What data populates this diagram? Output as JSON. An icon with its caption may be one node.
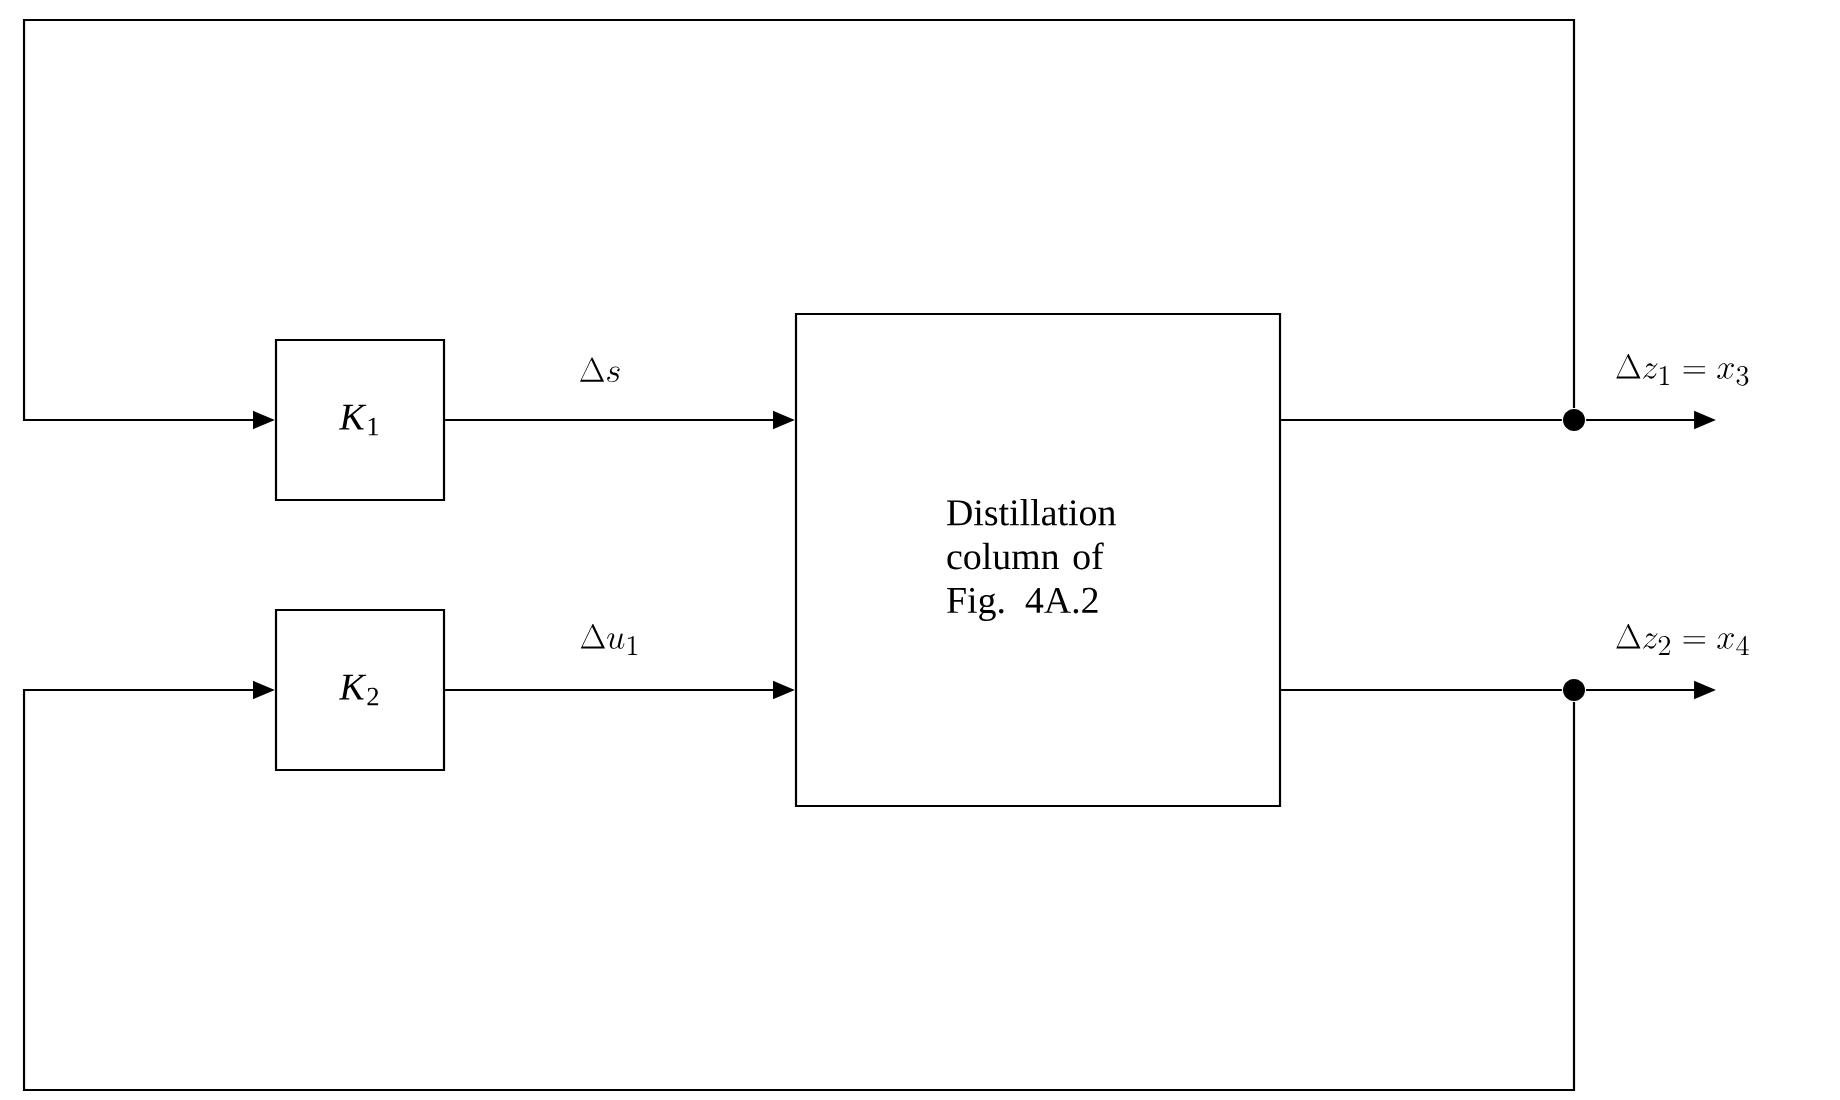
{
  "diagram": {
    "nodes": [
      {
        "text": [
          "*K*$_{1}$"
        ]
      },
      {
        "text": [
          "*K*$_{2}$"
        ]
      },
      {
        "text": [
          "Distillation column of Fig. 4A.2"
        ]
      },
      {
        "text": [],
        "shape": "circle"
      },
      {
        "text": [],
        "shape": "circle"
      }
    ],
    "edges": [
      {
        "from": 0,
        "to": 2,
        "arrow": "to",
        "label": "\\Delta s"
      },
      {
        "from": 1,
        "to": 2,
        "arrow": "to",
        "label": "\\Delta u_1"
      },
      {
        "from": 2,
        "to": 3,
        "arrow": "none"
      },
      {
        "from": 2,
        "to": 4,
        "arrow": "none"
      },
      {
        "from": 3,
        "to": null,
        "arrow": "to",
        "label": "\\Delta z_1 = x_3"
      },
      {
        "from": 4,
        "to": null,
        "arrow": "to",
        "label": "\\Delta z_2 = x_4"
      },
      {
        "from": 3,
        "to": 0,
        "arrow": "to"
      },
      {
        "from": 4,
        "to": 1,
        "arrow": "to"
      }
    ]
  }
}
